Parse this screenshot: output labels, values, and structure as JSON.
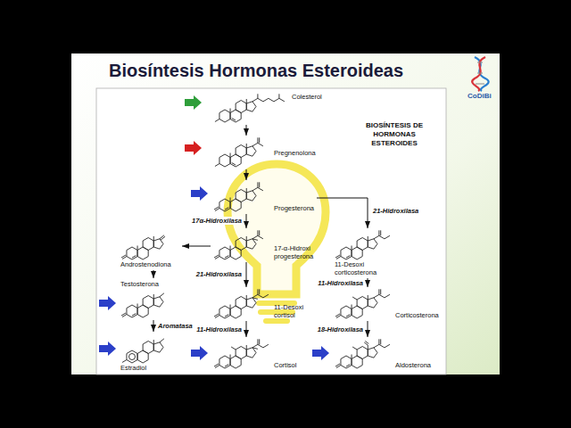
{
  "diagram": {
    "title": "Biosíntesis Hormonas Esteroideas",
    "nodes": [
      {
        "text": [
          "Colesterol"
        ]
      },
      {
        "text": [
          "Pregnenolona"
        ]
      },
      {
        "text": [
          "Progesterona"
        ]
      },
      {
        "text": [
          "17-α-Hidroxi progesterona"
        ]
      },
      {
        "text": [
          "11-Desoxi corticosterona"
        ]
      },
      {
        "text": [
          "Androstenodiona"
        ]
      },
      {
        "text": [
          "11-Desoxi cortisol"
        ]
      },
      {
        "text": [
          "Testosterona"
        ]
      },
      {
        "text": [
          "Corticosterona"
        ]
      },
      {
        "text": [
          "Estradiol"
        ]
      },
      {
        "text": [
          "Cortisol"
        ]
      },
      {
        "text": [
          "Aldosterona"
        ]
      }
    ],
    "edges": [
      {
        "from": 0,
        "to": 1,
        "arrow": "to"
      },
      {
        "from": 1,
        "to": 2,
        "arrow": "to"
      },
      {
        "from": 2,
        "to": 3,
        "label": "17α-Hidroxilasa",
        "arrow": "to"
      },
      {
        "from": 2,
        "to": 4,
        "label": "21-Hidroxilasa",
        "arrow": "to"
      },
      {
        "from": 3,
        "to": 5,
        "arrow": "to"
      },
      {
        "from": 3,
        "to": 6,
        "label": "21-Hidroxilasa",
        "arrow": "to"
      },
      {
        "from": 5,
        "to": 7,
        "arrow": "to"
      },
      {
        "from": 7,
        "to": 9,
        "label": "Aromatasa",
        "arrow": "to"
      },
      {
        "from": 6,
        "to": 10,
        "label": "11-Hidroxilasa",
        "arrow": "to"
      },
      {
        "from": 4,
        "to": 8,
        "label": "11-Hidroxilasa",
        "arrow": "to"
      },
      {
        "from": 8,
        "to": 11,
        "label": "18-Hidroxilasa",
        "arrow": "to"
      }
    ],
    "labels": [
      "BIOSÍNTESIS DE HORMONAS ESTEROIDES",
      "CoDiBi"
    ]
  }
}
